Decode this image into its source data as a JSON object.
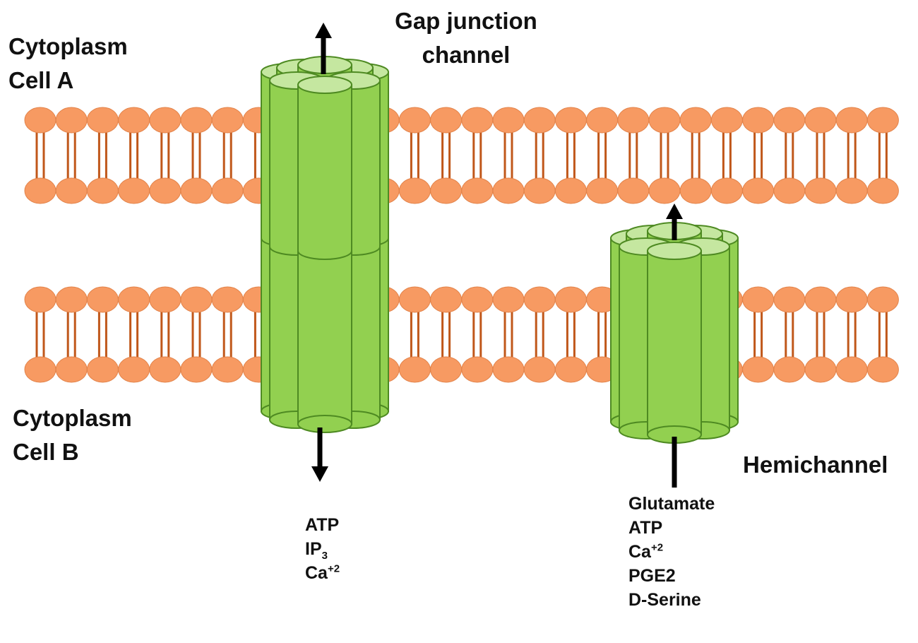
{
  "labels": {
    "cell_a": {
      "line1": "Cytoplasm",
      "line2": "Cell A"
    },
    "cell_b": {
      "line1": "Cytoplasm",
      "line2": "Cell B"
    },
    "gap_junction": {
      "line1": "Gap junction",
      "line2": "channel"
    },
    "hemichannel": "Hemichannel"
  },
  "gap_junction_molecules": [
    {
      "base": "ATP",
      "sub": "",
      "sup": ""
    },
    {
      "base": "IP",
      "sub": "3",
      "sup": ""
    },
    {
      "base": "Ca",
      "sub": "",
      "sup": "+2"
    }
  ],
  "hemichannel_molecules": [
    {
      "base": "Glutamate",
      "sub": "",
      "sup": ""
    },
    {
      "base": "ATP",
      "sub": "",
      "sup": ""
    },
    {
      "base": "Ca",
      "sub": "",
      "sup": "+2"
    },
    {
      "base": "PGE2",
      "sub": "",
      "sup": ""
    },
    {
      "base": "D-Serine",
      "sub": "",
      "sup": ""
    }
  ],
  "colors": {
    "lipid_head": "#F79A62",
    "lipid_head_outline": "#E2834A",
    "lipid_tail": "#C0571A",
    "channel_fill": "#92D050",
    "channel_top": "#C5E7A0",
    "channel_outline": "#4E8A22",
    "arrow": "#000000"
  }
}
